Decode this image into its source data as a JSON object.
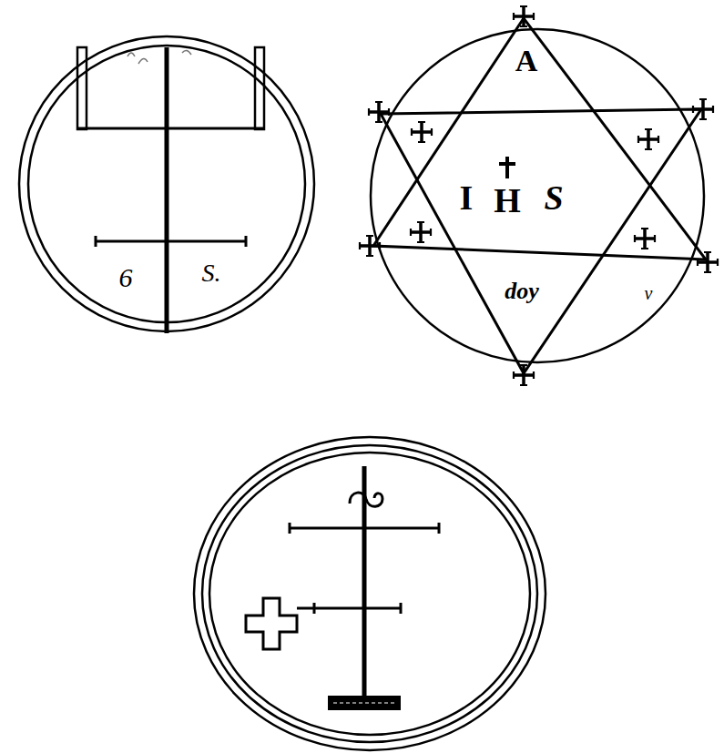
{
  "diagram": {
    "nodes": [
      {
        "text": [
          "A",
          "I",
          "H",
          "S",
          "doy",
          "v"
        ]
      }
    ],
    "labels": [
      "6",
      "S."
    ]
  }
}
